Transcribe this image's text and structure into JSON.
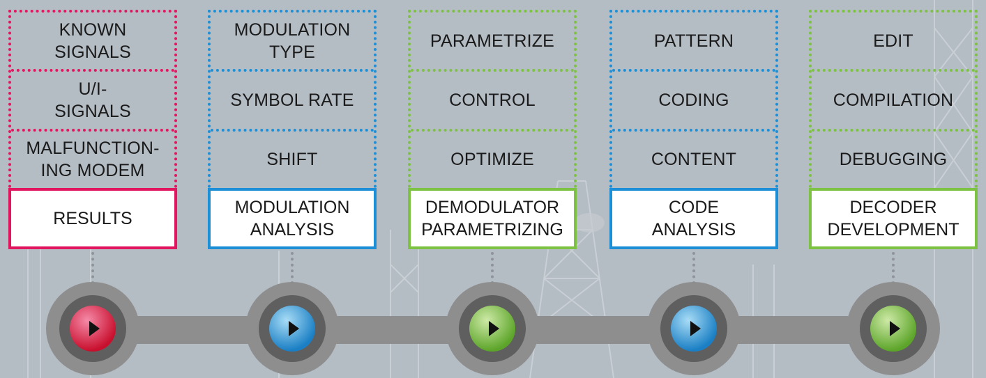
{
  "stages": [
    {
      "color": "#e2165e",
      "button_gradient": [
        "#f58aa8",
        "#c8102e"
      ],
      "steps": [
        "KNOWN\nSIGNALS",
        "U/I-\nSIGNALS",
        "MALFUNCTION-\nING MODEM"
      ],
      "result": "RESULTS"
    },
    {
      "color": "#1d8fd6",
      "button_gradient": [
        "#a8dcf6",
        "#1a7fc4"
      ],
      "steps": [
        "MODULATION\nTYPE",
        "SYMBOL RATE",
        "SHIFT"
      ],
      "result": "MODULATION\nANALYSIS"
    },
    {
      "color": "#7dc242",
      "button_gradient": [
        "#cde9a6",
        "#5da52a"
      ],
      "steps": [
        "PARAMETRIZE",
        "CONTROL",
        "OPTIMIZE"
      ],
      "result": "DEMODULATOR\nPARAMETRIZING"
    },
    {
      "color": "#1d8fd6",
      "button_gradient": [
        "#a8dcf6",
        "#1a7fc4"
      ],
      "steps": [
        "PATTERN",
        "CODING",
        "CONTENT"
      ],
      "result": "CODE\nANALYSIS"
    },
    {
      "color": "#7dc242",
      "button_gradient": [
        "#cde9a6",
        "#5da52a"
      ],
      "steps": [
        "EDIT",
        "COMPILATION",
        "DEBUGGING"
      ],
      "result": "DECODER\nDEVELOPMENT"
    }
  ],
  "icons": {
    "play": "play-icon"
  }
}
